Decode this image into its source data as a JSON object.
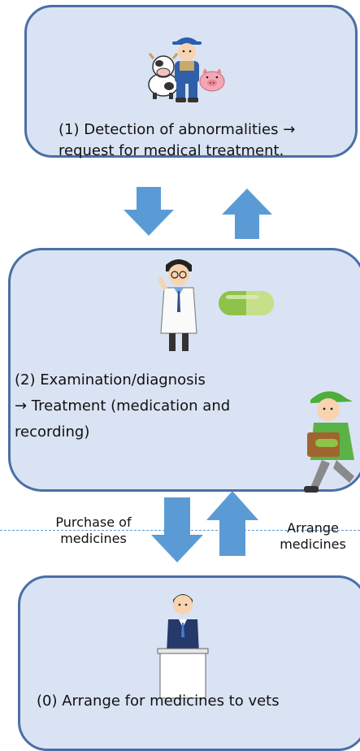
{
  "steps": {
    "step1": "(1) Detection of abnormalities → request for medical treatment.",
    "step2_line1": "(2) Examination/diagnosis",
    "step2_line2": "→ Treatment (medication and",
    "step2_line3": "recording)",
    "step0": "(0) Arrange for medicines to vets"
  },
  "labels": {
    "purchase_line1": "Purchase of",
    "purchase_line2": "medicines",
    "arrange_line1": "Arrange",
    "arrange_line2": "medicines"
  },
  "colors": {
    "box_fill": "#dae3f3",
    "box_border": "#4a6fa5",
    "arrow_fill": "#5b9bd5",
    "dashed_line": "#5b9bd5"
  },
  "icons": [
    "farmer-icon",
    "cow-icon",
    "pig-icon",
    "doctor-icon",
    "capsule-icon",
    "delivery-person-icon",
    "official-icon",
    "podium-icon",
    "arrow-down-icon",
    "arrow-up-icon"
  ]
}
